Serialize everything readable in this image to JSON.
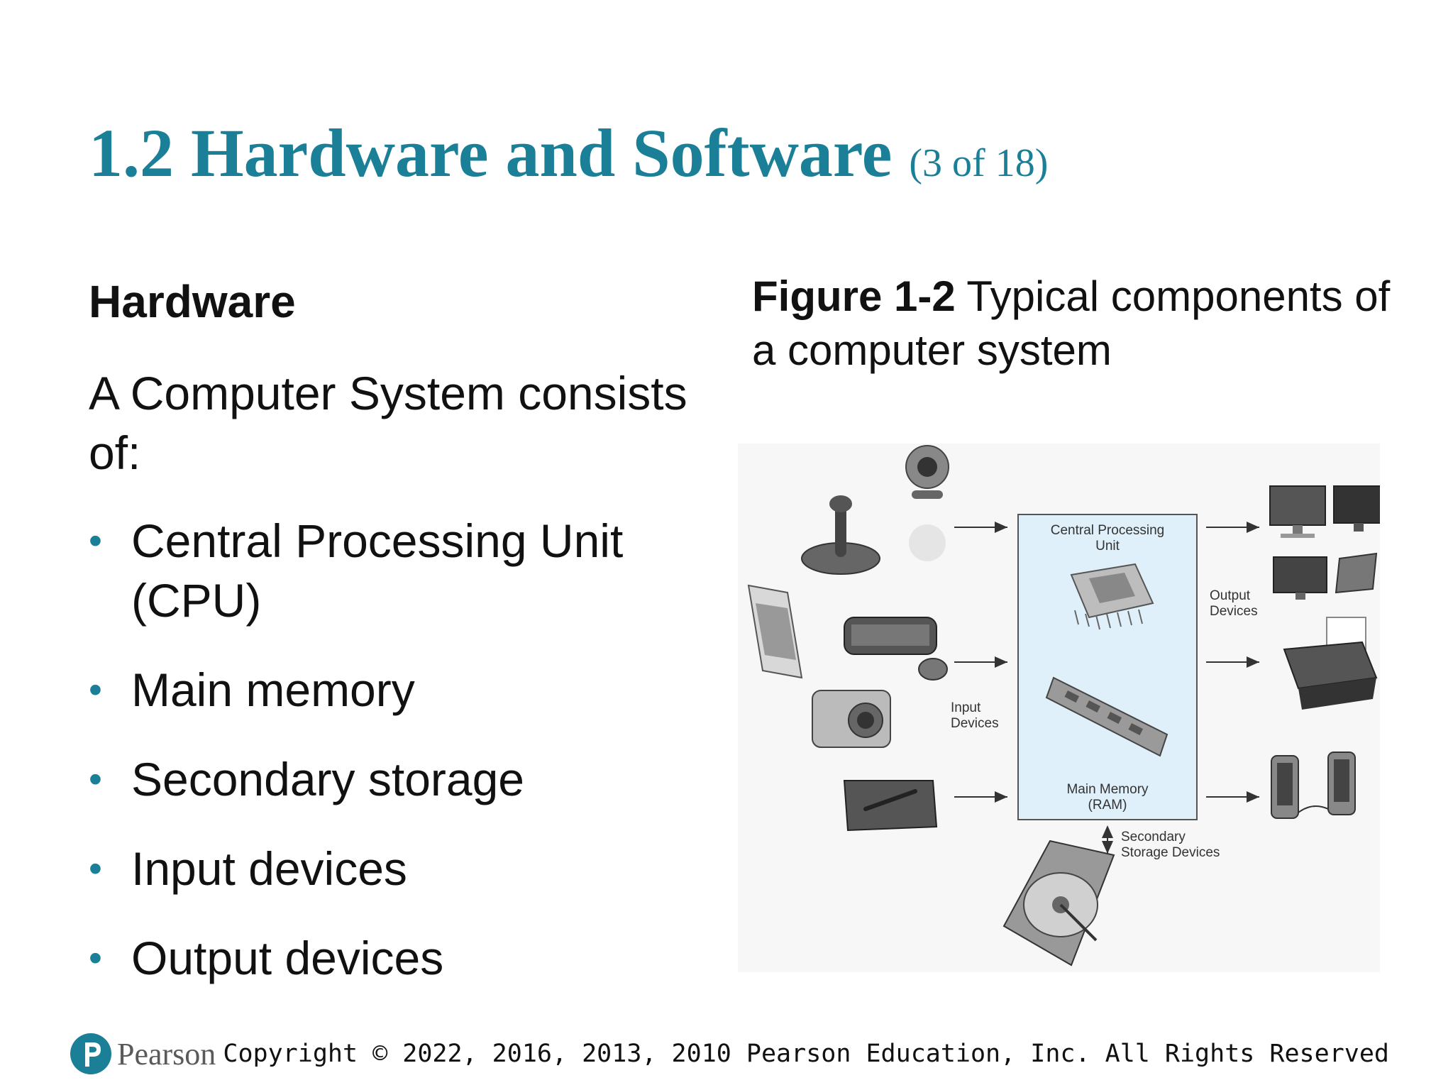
{
  "slide": {
    "title": "1.2 Hardware and Software",
    "title_suffix": "(3 of 18)",
    "heading": "Hardware",
    "intro": "A Computer System consists of:",
    "bullets": [
      "Central Processing Unit (CPU)",
      "Main memory",
      "Secondary storage",
      "Input devices",
      "Output devices"
    ]
  },
  "figure": {
    "caption_bold": "Figure 1-2",
    "caption_rest": "Typical components of a computer system",
    "cpu_label_line1": "Central Processing",
    "cpu_label_line2": "Unit",
    "memory_label_line1": "Main Memory",
    "memory_label_line2": "(RAM)",
    "input_label_line1": "Input",
    "input_label_line2": "Devices",
    "output_label_line1": "Output",
    "output_label_line2": "Devices",
    "storage_label_line1": "Secondary",
    "storage_label_line2": "Storage Devices"
  },
  "footer": {
    "brand": "Pearson",
    "copyright": "Copyright © 2022, 2016, 2013, 2010 Pearson Education, Inc. All Rights Reserved"
  },
  "colors": {
    "title": "#1a7f97",
    "bullet": "#1a7f97",
    "cpu_box_fill": "#dff0fa",
    "logo": "#1a7f97"
  }
}
